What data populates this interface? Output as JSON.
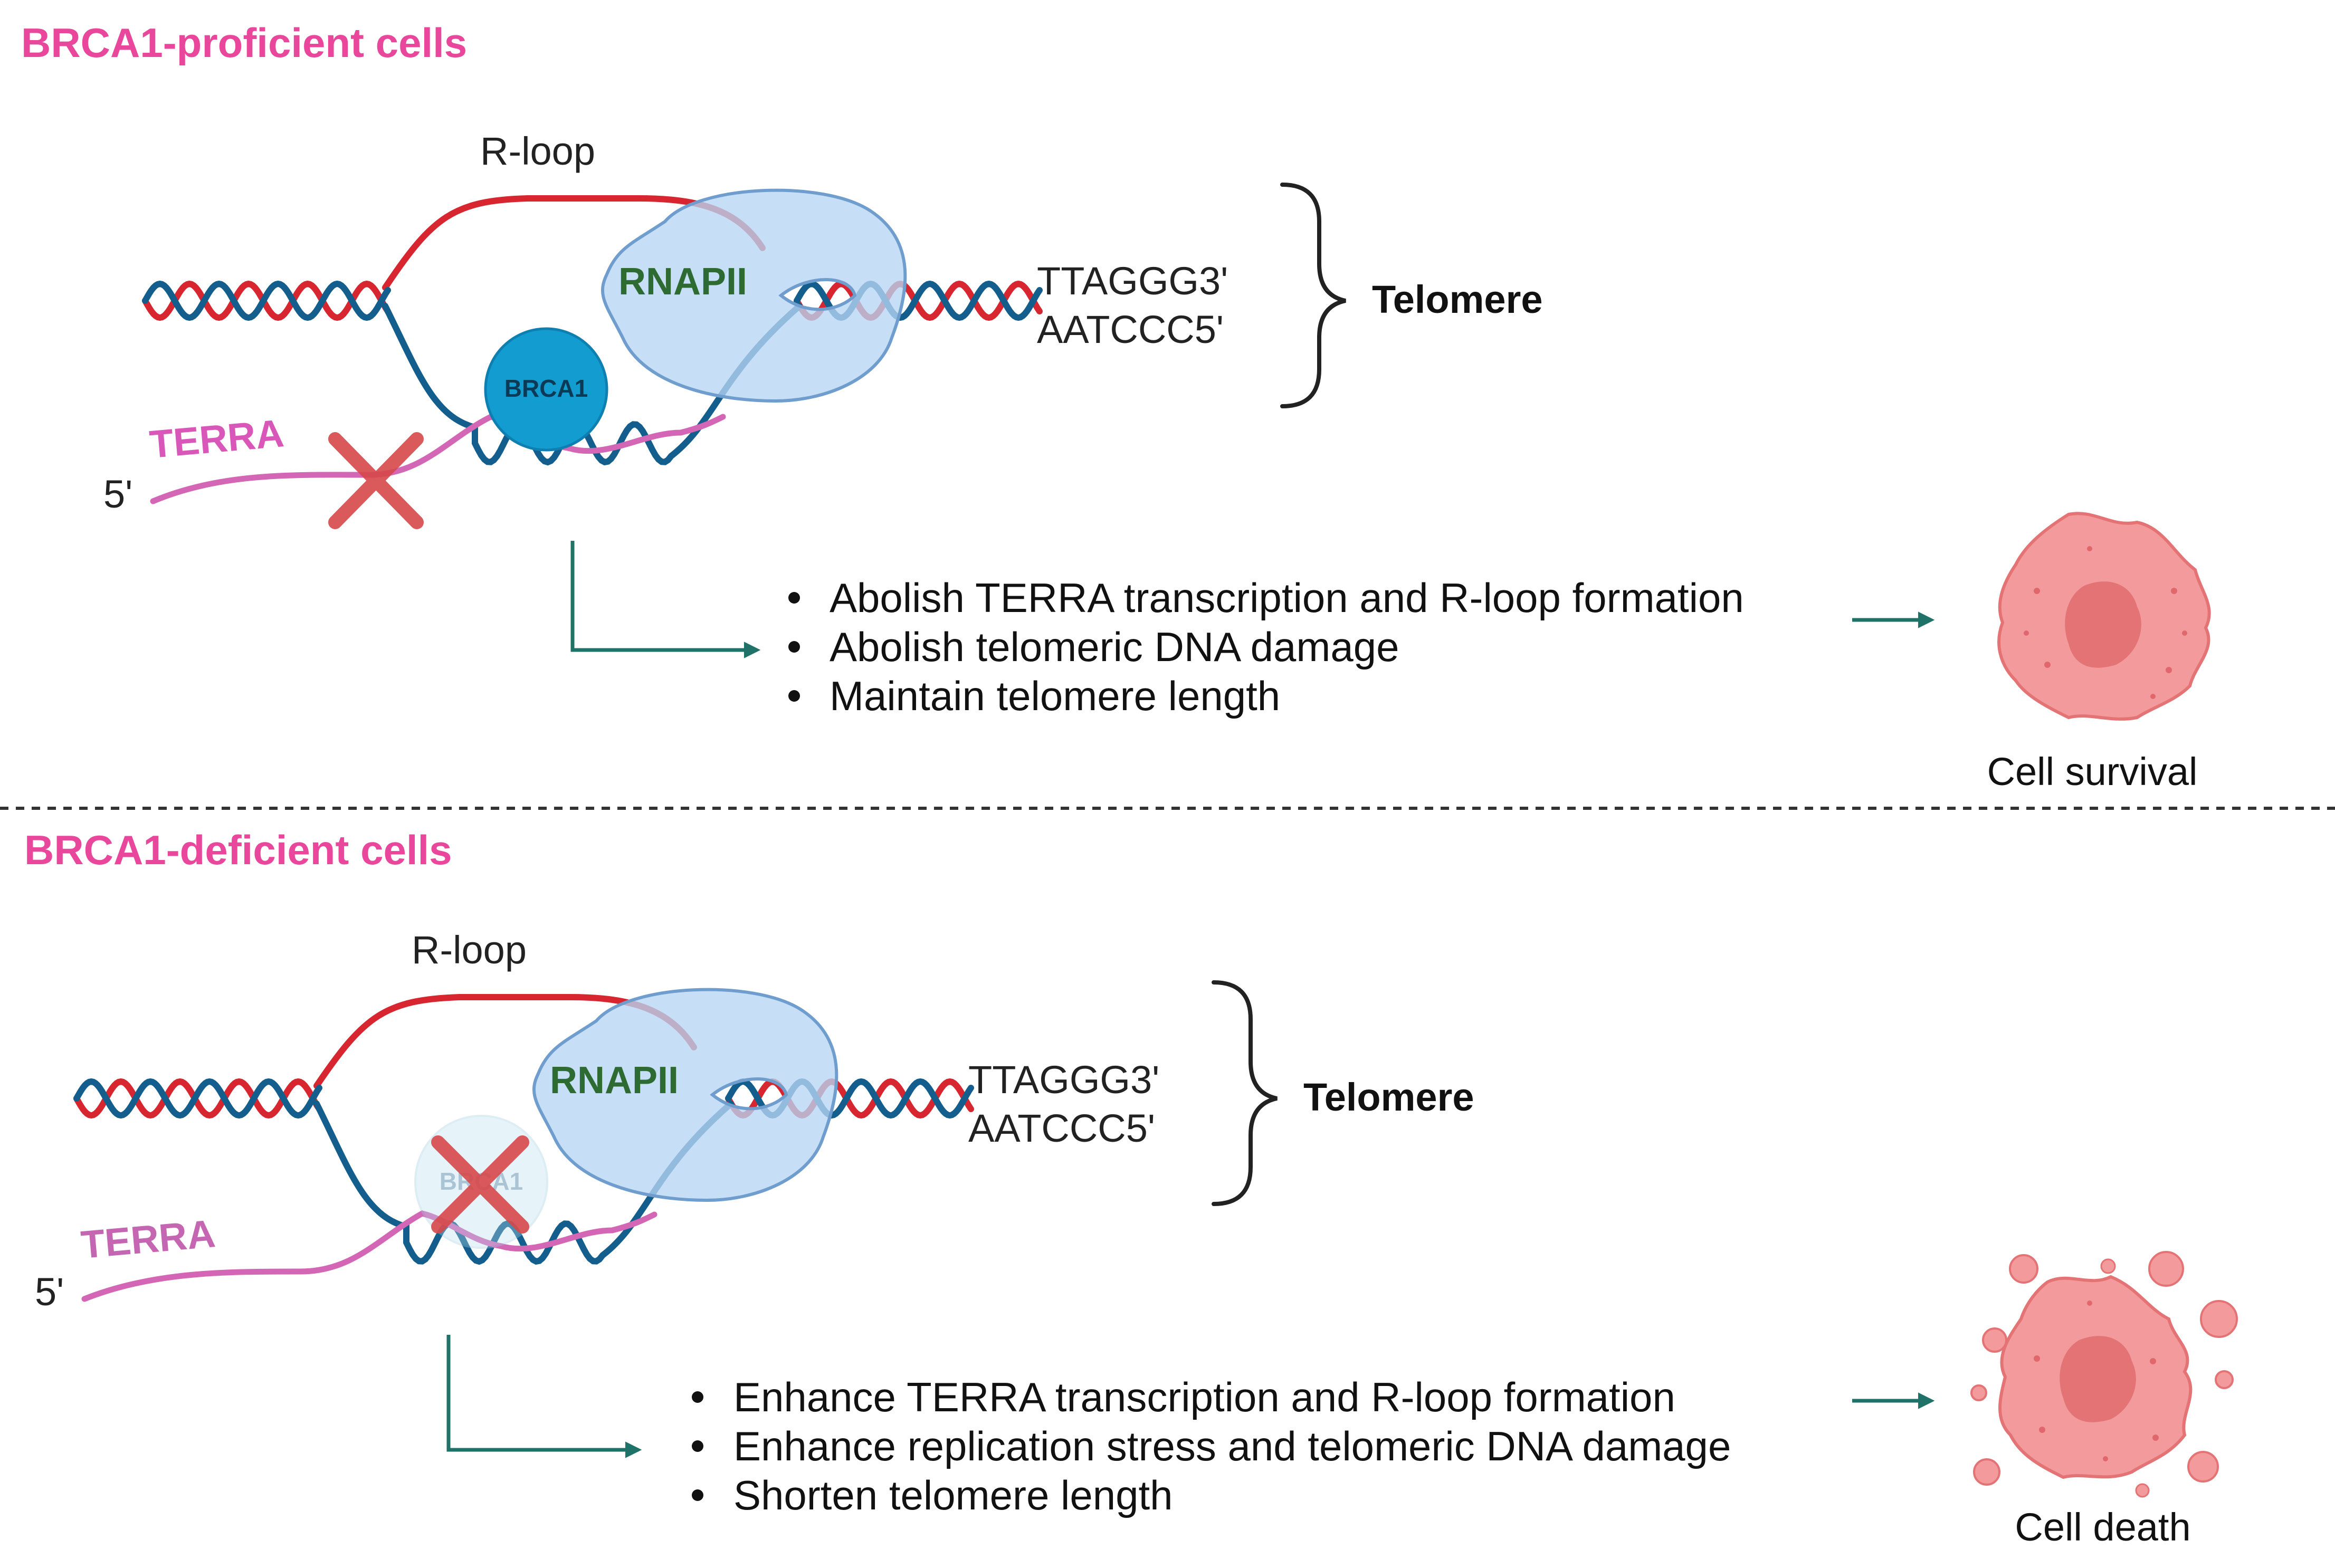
{
  "colors": {
    "title_pink": "#e8479b",
    "dna_red": "#d7262f",
    "dna_blue": "#135e8c",
    "terra_pink": "#d466b6",
    "rnapii_fill": "#b7d6f3",
    "rnapii_stroke": "#6f9dce",
    "rnapii_text": "#2e6b33",
    "brca1_fill": "#139ccf",
    "arrow_teal": "#1f7268",
    "cross_red": "#d7484a",
    "cell_fill": "#f39a9c",
    "cell_nucleus": "#e37375",
    "cell_dot": "#e0676b"
  },
  "panels": [
    {
      "id": "proficient",
      "title": "BRCA1-proficient cells",
      "rloop_label": "R-loop",
      "rnapii_label": "RNAPII",
      "brca1_label": "BRCA1",
      "brca1_state": "present",
      "terra_label": "TERRA",
      "five_prime": "5'",
      "seq_top": "TTAGGG3'",
      "seq_bottom": "AATCCC5'",
      "telomere_label": "Telomere",
      "bullets": [
        "Abolish TERRA transcription and R-loop formation",
        "Abolish telomeric DNA damage",
        "Maintain telomere length"
      ],
      "outcome_label": "Cell survival",
      "outcome_icon": "intact-cell-icon"
    },
    {
      "id": "deficient",
      "title": "BRCA1-deficient cells",
      "rloop_label": "R-loop",
      "rnapii_label": "RNAPII",
      "brca1_label": "BRCA1",
      "brca1_state": "absent",
      "terra_label": "TERRA",
      "five_prime": "5'",
      "seq_top": "TTAGGG3'",
      "seq_bottom": "AATCCC5'",
      "telomere_label": "Telomere",
      "bullets": [
        "Enhance TERRA transcription and R-loop formation",
        "Enhance replication stress and telomeric DNA damage",
        "Shorten telomere length"
      ],
      "outcome_label": "Cell death",
      "outcome_icon": "dying-cell-icon"
    }
  ]
}
